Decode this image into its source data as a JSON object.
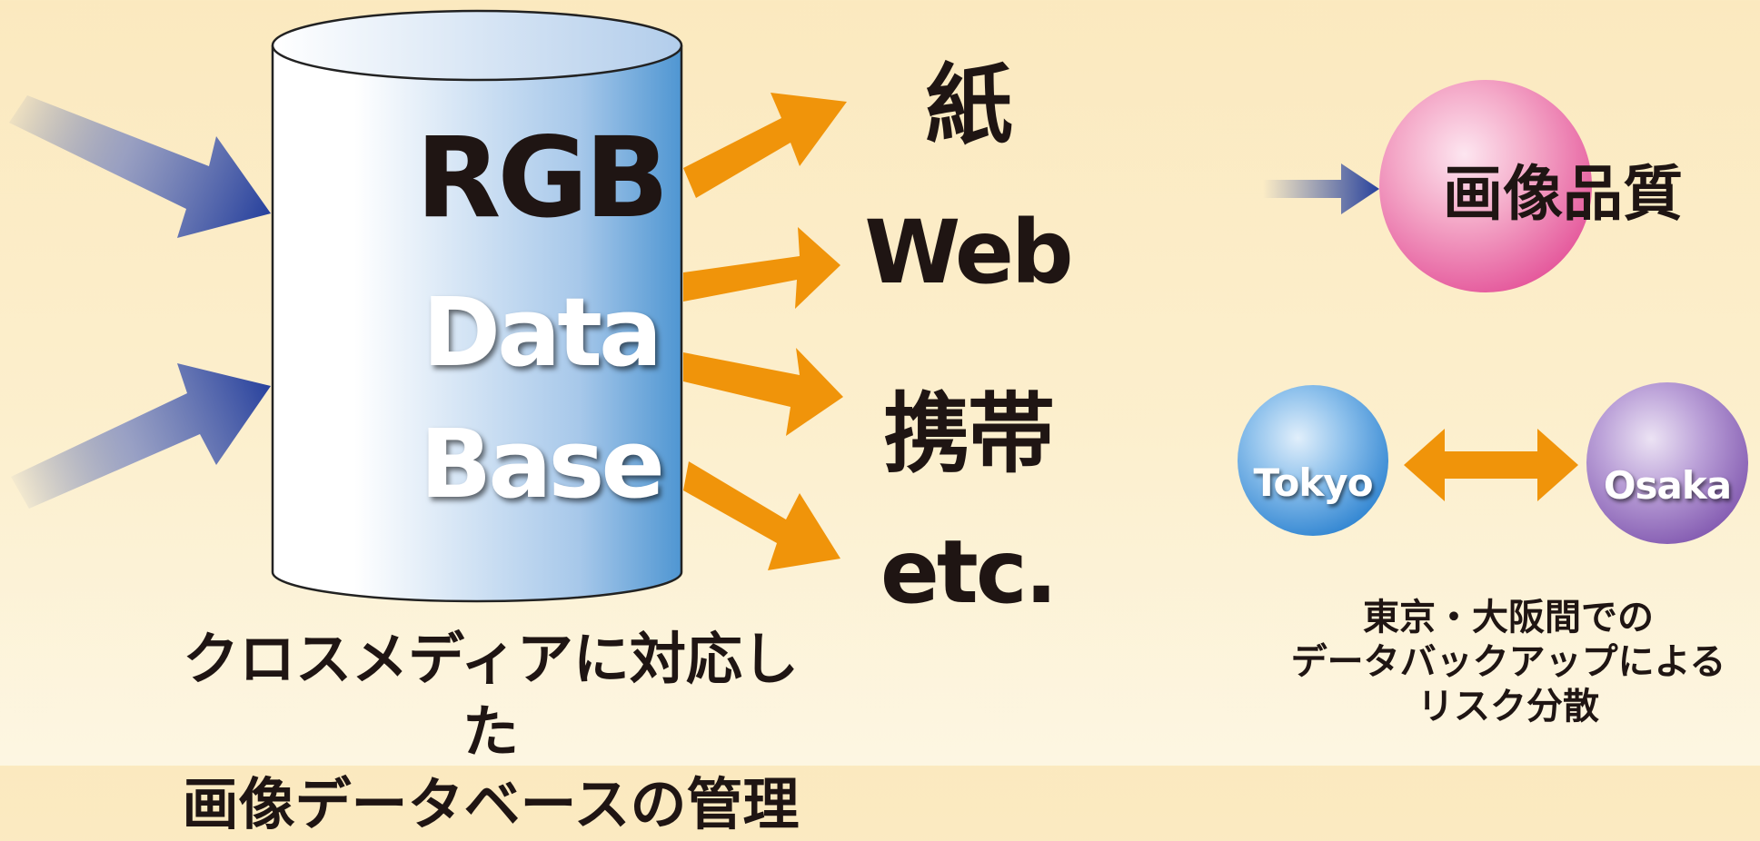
{
  "database": {
    "line1": "RGB",
    "line2": "Data",
    "line3": "Base"
  },
  "outputs": [
    "紙",
    "Web",
    "携帯",
    "etc."
  ],
  "left_caption": {
    "line1": "クロスメディアに対応した",
    "line2": "画像データベースの管理"
  },
  "quality": {
    "label": "画像品質"
  },
  "backup": {
    "city_a": "Tokyo",
    "city_b": "Osaka"
  },
  "right_caption": {
    "line1": "東京・大阪間での",
    "line2": "データバックアップによる",
    "line3": "リスク分散"
  },
  "colors": {
    "background": "#fbe9bf",
    "input_arrow": "#2e4aa0",
    "output_arrow": "#f0940a",
    "cylinder_blue": "#5a9fd6",
    "quality_sphere": "#ec6fa8",
    "tokyo_sphere": "#3d8fd8",
    "osaka_sphere": "#8d64b5",
    "text": "#1f1513"
  }
}
